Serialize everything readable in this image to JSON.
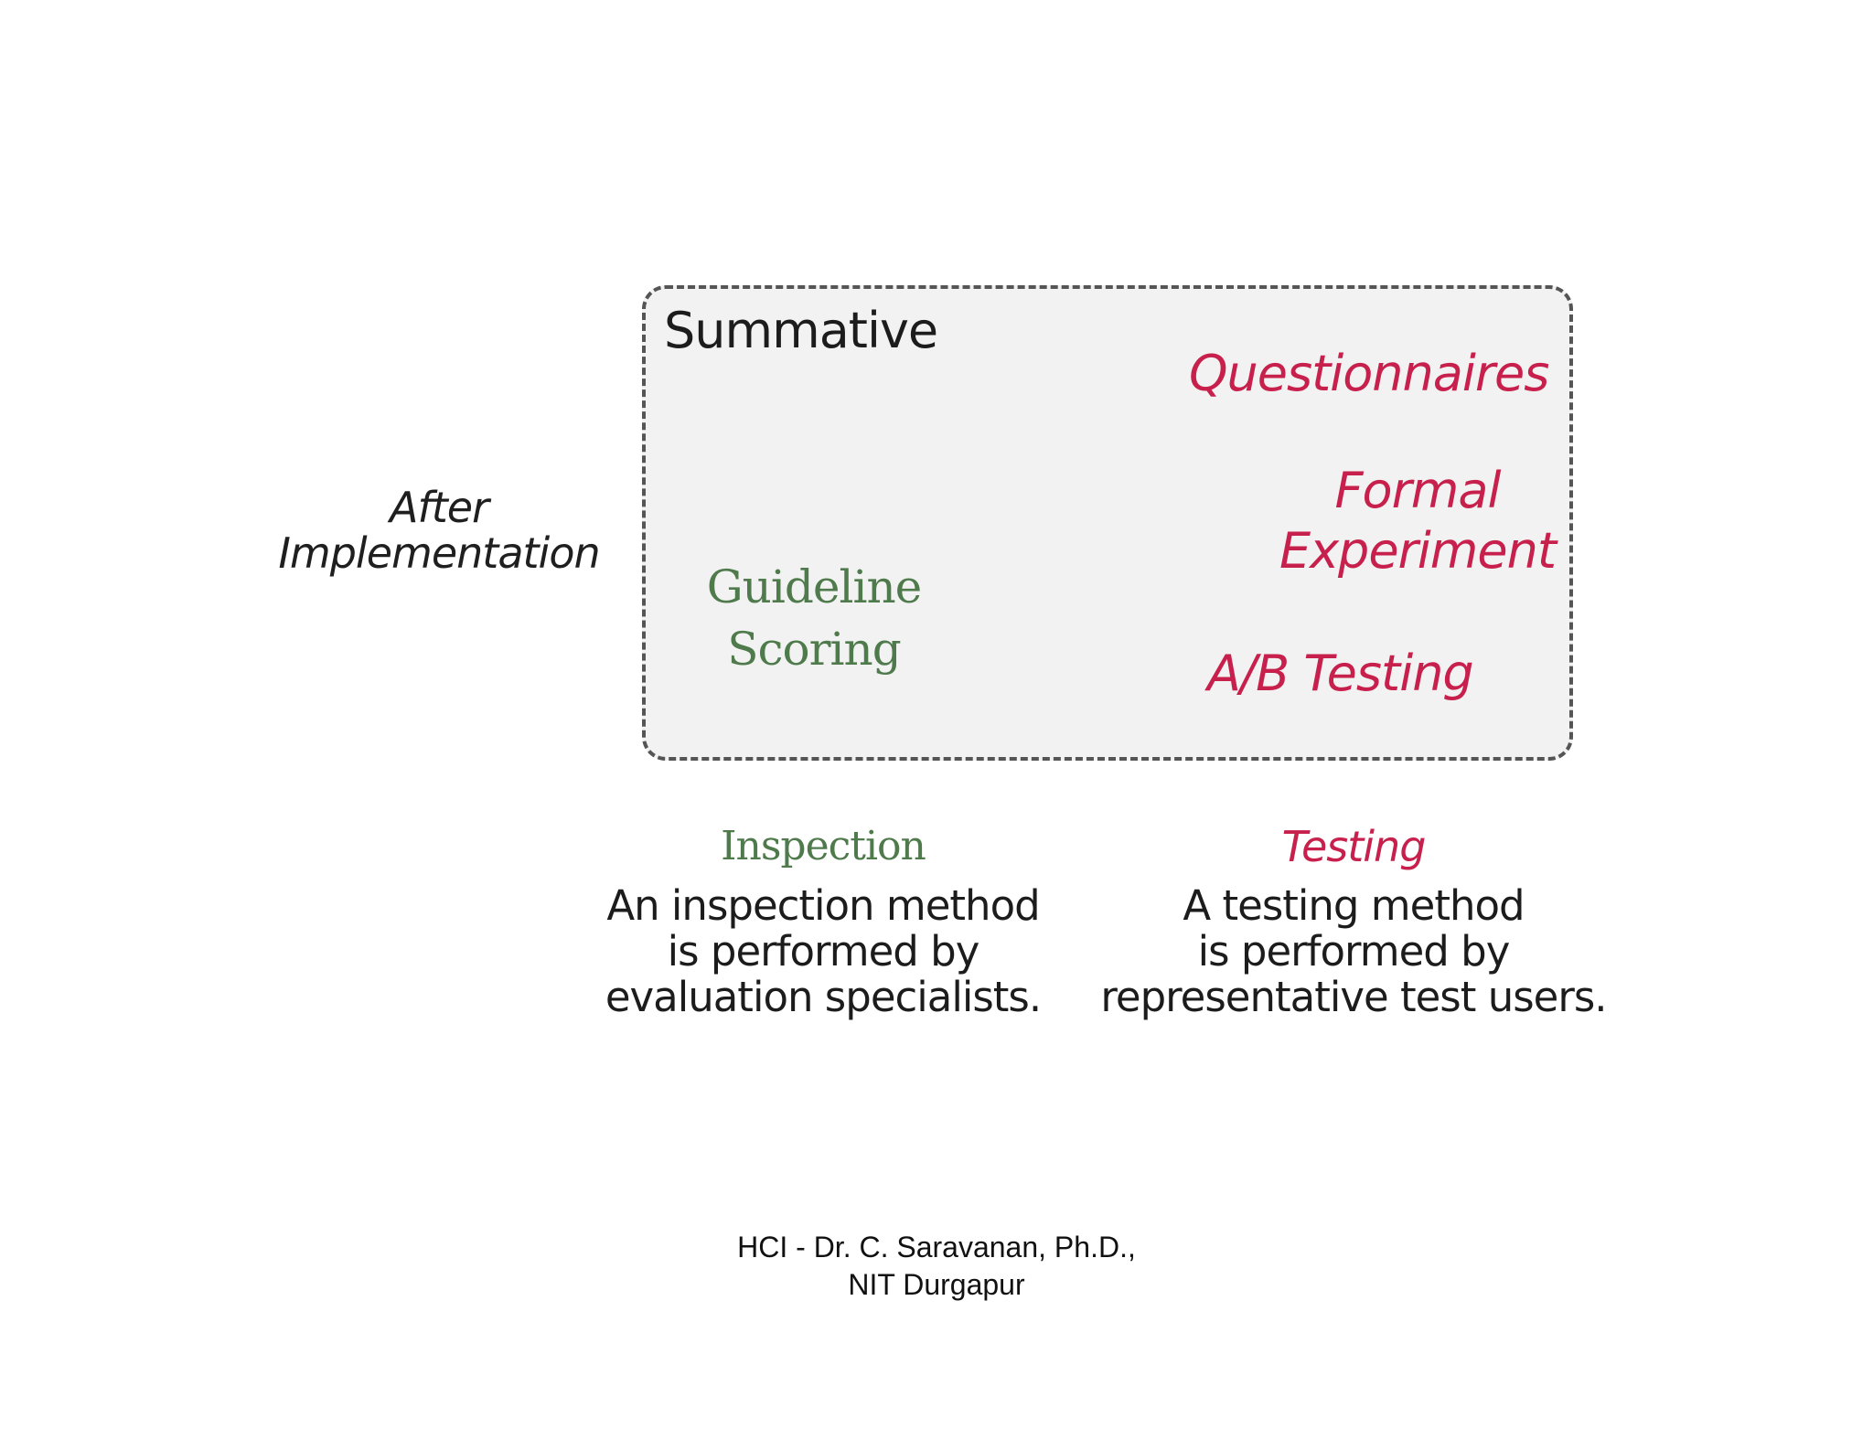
{
  "row_label": {
    "lines": [
      "After",
      "Implementation"
    ]
  },
  "box": {
    "title": "Summative"
  },
  "testing_methods": {
    "questionnaires": "Questionnaires",
    "formal_experiment": [
      "Formal",
      "Experiment"
    ],
    "ab_testing": "A/B Testing"
  },
  "inspection_methods": {
    "guideline_scoring": [
      "Guideline",
      "Scoring"
    ]
  },
  "inspection_column": {
    "heading": "Inspection",
    "description": [
      "An inspection method",
      "is performed by",
      "evaluation specialists."
    ]
  },
  "testing_column": {
    "heading": "Testing",
    "description": [
      "A testing method",
      "is performed by",
      "representative test users."
    ]
  },
  "footer": {
    "lines": [
      "HCI - Dr. C. Saravanan, Ph.D.,",
      "NIT Durgapur"
    ]
  },
  "colors": {
    "testing_accent": "#c8204c",
    "inspection_accent": "#4f7a4c",
    "box_fill": "#f1f2f1",
    "box_border": "#555555"
  }
}
